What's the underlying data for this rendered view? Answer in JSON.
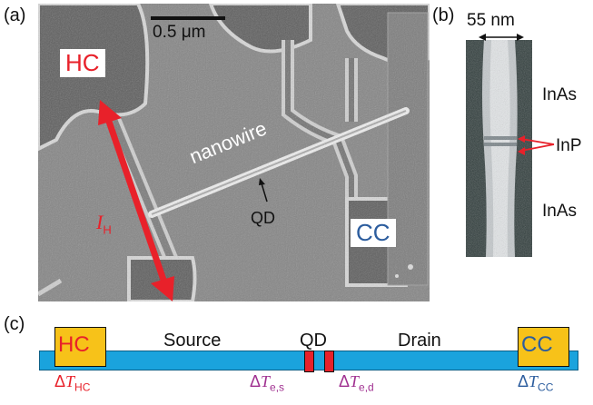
{
  "panels": {
    "a": "(a)",
    "b": "(b)",
    "c": "(c)"
  },
  "panel_a": {
    "scale_bar": "0.5 μm",
    "hc": "HC",
    "cc": "CC",
    "nanowire": "nanowire",
    "qd": "QD",
    "current_symbol": "I",
    "current_sub": "H"
  },
  "panel_b": {
    "width_label": "55 nm",
    "top_material": "InAs",
    "middle_material": "InP",
    "bottom_material": "InAs"
  },
  "panel_c": {
    "hc": "HC",
    "source": "Source",
    "qd": "QD",
    "drain": "Drain",
    "cc": "CC",
    "dt_hc_sub": "HC",
    "dt_es_sub": "e,s",
    "dt_ed_sub": "e,d",
    "dt_cc_sub": "CC",
    "delta": "Δ",
    "t": "T"
  },
  "colors": {
    "hc_red": "#e8212a",
    "cc_blue": "#2c5d9e",
    "bar_blue": "#1aa3dd",
    "box_yellow": "#f7c219",
    "barrier_red": "#e8212a",
    "purple": "#a03090"
  }
}
